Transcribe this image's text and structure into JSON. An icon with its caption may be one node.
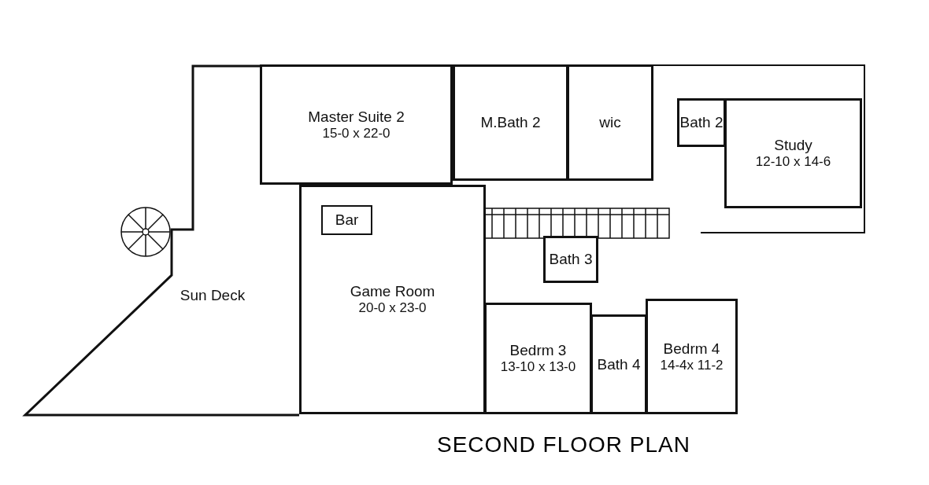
{
  "diagram": {
    "title": "SECOND FLOOR PLAN",
    "nodes": [
      {
        "text": [
          "Master Suite 2",
          "15-0 x 22-0"
        ]
      },
      {
        "text": [
          "M.Bath 2"
        ]
      },
      {
        "text": [
          "wic"
        ]
      },
      {
        "text": [
          "Bath 2"
        ]
      },
      {
        "text": [
          "Study",
          "12-10 x 14-6"
        ]
      },
      {
        "text": [
          "Sun Deck"
        ]
      },
      {
        "text": [
          "Game Room",
          "20-0 x 23-0"
        ]
      },
      {
        "text": [
          "Bar"
        ],
        "in": 6
      },
      {
        "text": [
          "Bath 3"
        ]
      },
      {
        "text": [
          "Bedrm 3",
          "13-10 x 13-0"
        ]
      },
      {
        "text": [
          "Bath 4"
        ]
      },
      {
        "text": [
          "Bedrm 4",
          "14-4x 11-2"
        ]
      }
    ]
  }
}
